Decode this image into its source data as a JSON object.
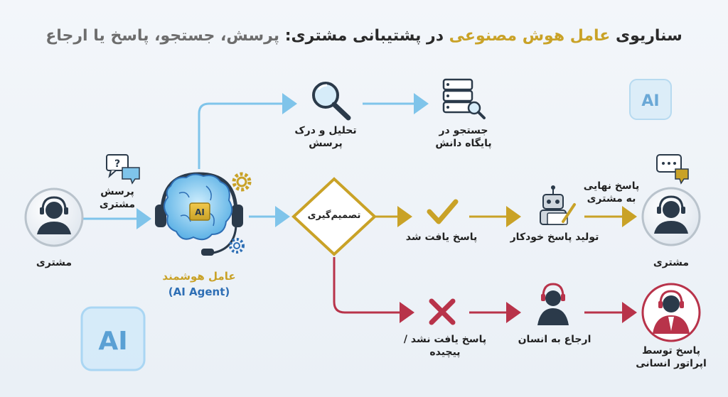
{
  "title": {
    "part1": "سناریوی",
    "part2": "عامل هوش مصنوعی",
    "part3": "در پشتیبانی مشتری:",
    "part4": "پرسش، جستجو، پاسخ یا ارجاع"
  },
  "nodes": {
    "customer_left": "مشتری",
    "customer_query_line1": "پرسش",
    "customer_query_line2": "مشتری",
    "agent_name": "عامل هوشمند",
    "agent_name_en": "(AI Agent)",
    "agent_badge": "AI",
    "analyze_line1": "تحلیل و درک",
    "analyze_line2": "پرسش",
    "search_line1": "جستجو در",
    "search_line2": "پایگاه دانش",
    "decision": "تصمیم‌گیری",
    "answer_found": "پاسخ یافت شد",
    "auto_reply": "تولید پاسخ خودکار",
    "final_reply_line1": "پاسخ نهایی",
    "final_reply_line2": "به مشتری",
    "customer_right": "مشتری",
    "not_found_line1": "پاسخ یافت نشد /",
    "not_found_line2": "پیچیده",
    "refer_human": "ارجاع به انسان",
    "operator_line1": "پاسخ توسط",
    "operator_line2": "اپراتور انسانی",
    "ai_badge_top": "AI",
    "ai_badge_bottom": "AI"
  },
  "colors": {
    "blue_flow": "#7fc4ea",
    "gold_flow": "#c9a227",
    "red_flow": "#b8334a",
    "icon_dark": "#2b3a4a"
  }
}
